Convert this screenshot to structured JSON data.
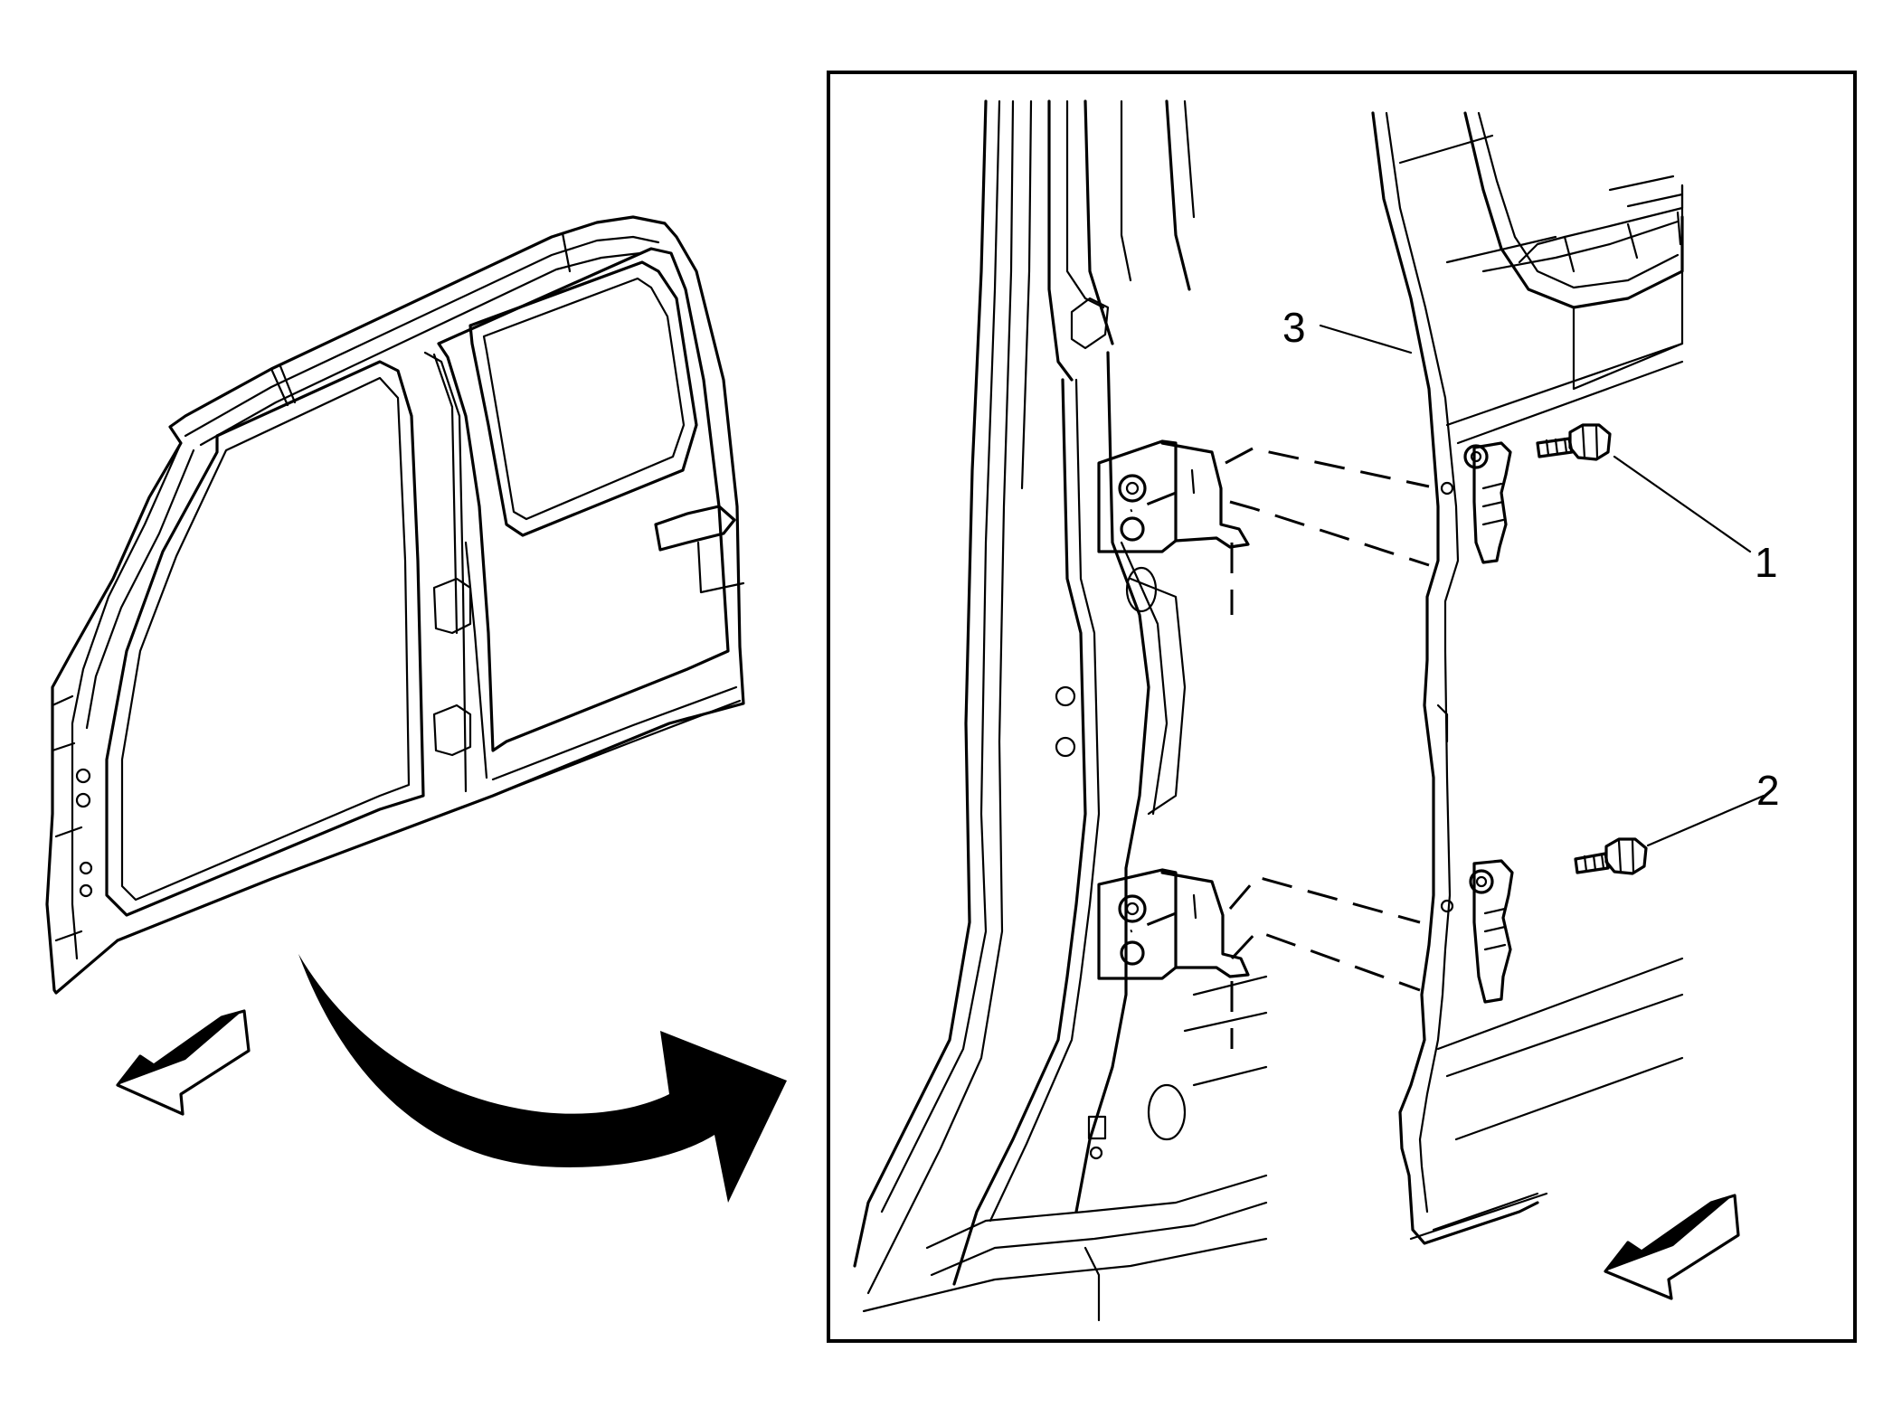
{
  "callouts": {
    "c1": "1",
    "c2": "2",
    "c3": "3"
  },
  "colors": {
    "line": "#000000",
    "background": "#ffffff"
  },
  "icons": [
    "front-direction-arrow-icon",
    "detail-view-arrow-icon"
  ]
}
